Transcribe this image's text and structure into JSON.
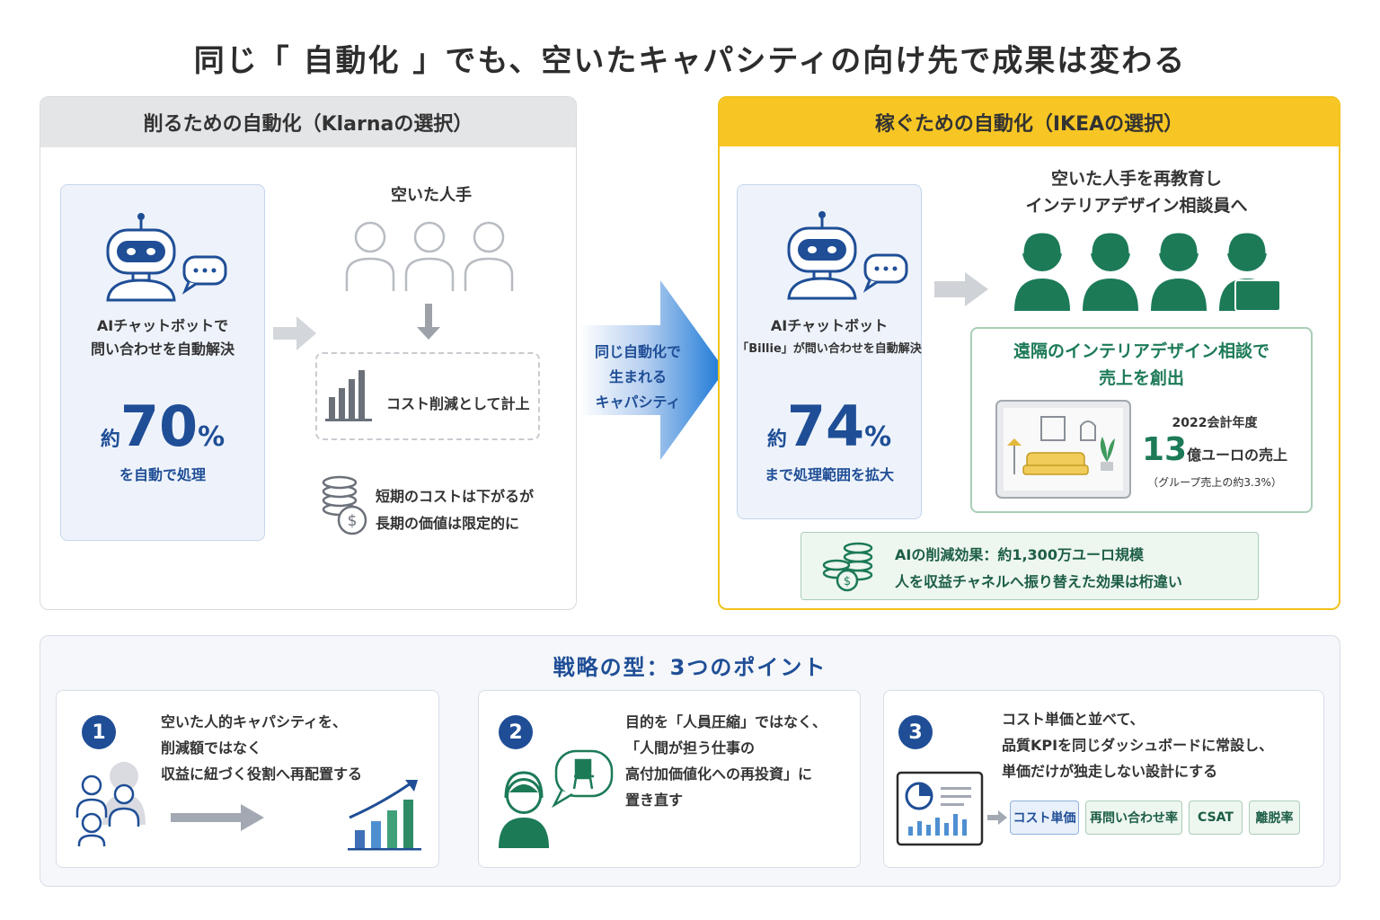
{
  "title": "同じ「 自動化 」でも、空いたキャパシティの向け先で成果は変わる",
  "left": {
    "header": "削るための自動化（Klarnaの選択）",
    "bot_line1": "AIチャットボットで",
    "bot_line2": "問い合わせを自動解決",
    "pct_prefix": "約",
    "pct_value": "70",
    "pct_suffix": "%",
    "pct_note": "を自動で処理",
    "freed_label": "空いた人手",
    "cost_label": "コスト削減として計上",
    "coin_line1": "短期のコストは下がるが",
    "coin_line2": "長期の価値は限定的に"
  },
  "middle": {
    "line1": "同じ自動化で",
    "line2": "生まれる",
    "line3": "キャパシティ"
  },
  "right": {
    "header": "稼ぐための自動化（IKEAの選択）",
    "bot_line1": "AIチャットボット",
    "bot_line2": "「Billie」が問い合わせを自動解決",
    "pct_prefix": "約",
    "pct_value": "74",
    "pct_suffix": "%",
    "pct_note": "まで処理範囲を拡大",
    "retrain_line1": "空いた人手を再教育し",
    "retrain_line2": "インテリアデザイン相談員へ",
    "green_line1": "遠隔のインテリアデザイン相談で",
    "green_line2": "売上を創出",
    "fy": "2022会計年度",
    "rev_num": "13",
    "rev_text": "億ユーロの売上",
    "rev_note": "（グループ売上の約3.3%）",
    "effect_line1": "AIの削減効果：約1,300万ユーロ規模",
    "effect_line2": "人を収益チャネルへ振り替えた効果は桁違い"
  },
  "bottom": {
    "title": "戦略の型：3つのポイント",
    "points": [
      {
        "num": "1",
        "text": "空いた人的キャパシティを、\n削減額ではなく\n収益に紐づく役割へ再配置する"
      },
      {
        "num": "2",
        "text": "目的を「人員圧縮」ではなく、\n「人間が担う仕事の\n高付加価値化への再投資」に\n置き直す"
      },
      {
        "num": "3",
        "text": "コスト単価と並べて、\n品質KPIを同じダッシュボードに常設し、\n単価だけが独走しない設計にする"
      }
    ],
    "tags": [
      "コスト単価",
      "再問い合わせ率",
      "CSAT",
      "離脱率"
    ]
  },
  "colors": {
    "navy": "#1f4e96",
    "green": "#1c7a57",
    "yellow": "#f8c624",
    "gray": "#e4e5e7"
  }
}
